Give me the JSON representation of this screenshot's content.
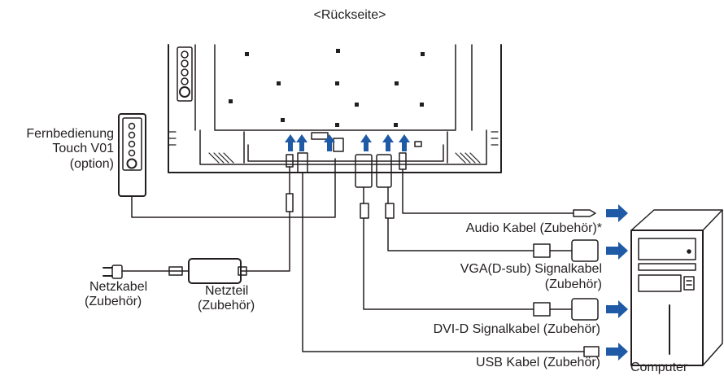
{
  "title": "<Rückseite>",
  "remote": {
    "line1": "Fernbedienung",
    "line2": "Touch V01",
    "line3": "(option)"
  },
  "power_cord": {
    "line1": "Netzkabel",
    "line2": "(Zubehör)"
  },
  "adapter": {
    "line1": "Netzteil",
    "line2": "(Zubehör)"
  },
  "audio_cable": "Audio Kabel (Zubehör)*",
  "vga_cable": {
    "line1": "VGA(D-sub) Signalkabel",
    "line2": "(Zubehör)"
  },
  "dvi_cable": "DVI-D Signalkabel (Zubehör)",
  "usb_cable": "USB Kabel (Zubehör)",
  "computer": "Computer",
  "colors": {
    "line": "#231f20",
    "arrow": "#1f5aa6",
    "background": "#ffffff"
  }
}
